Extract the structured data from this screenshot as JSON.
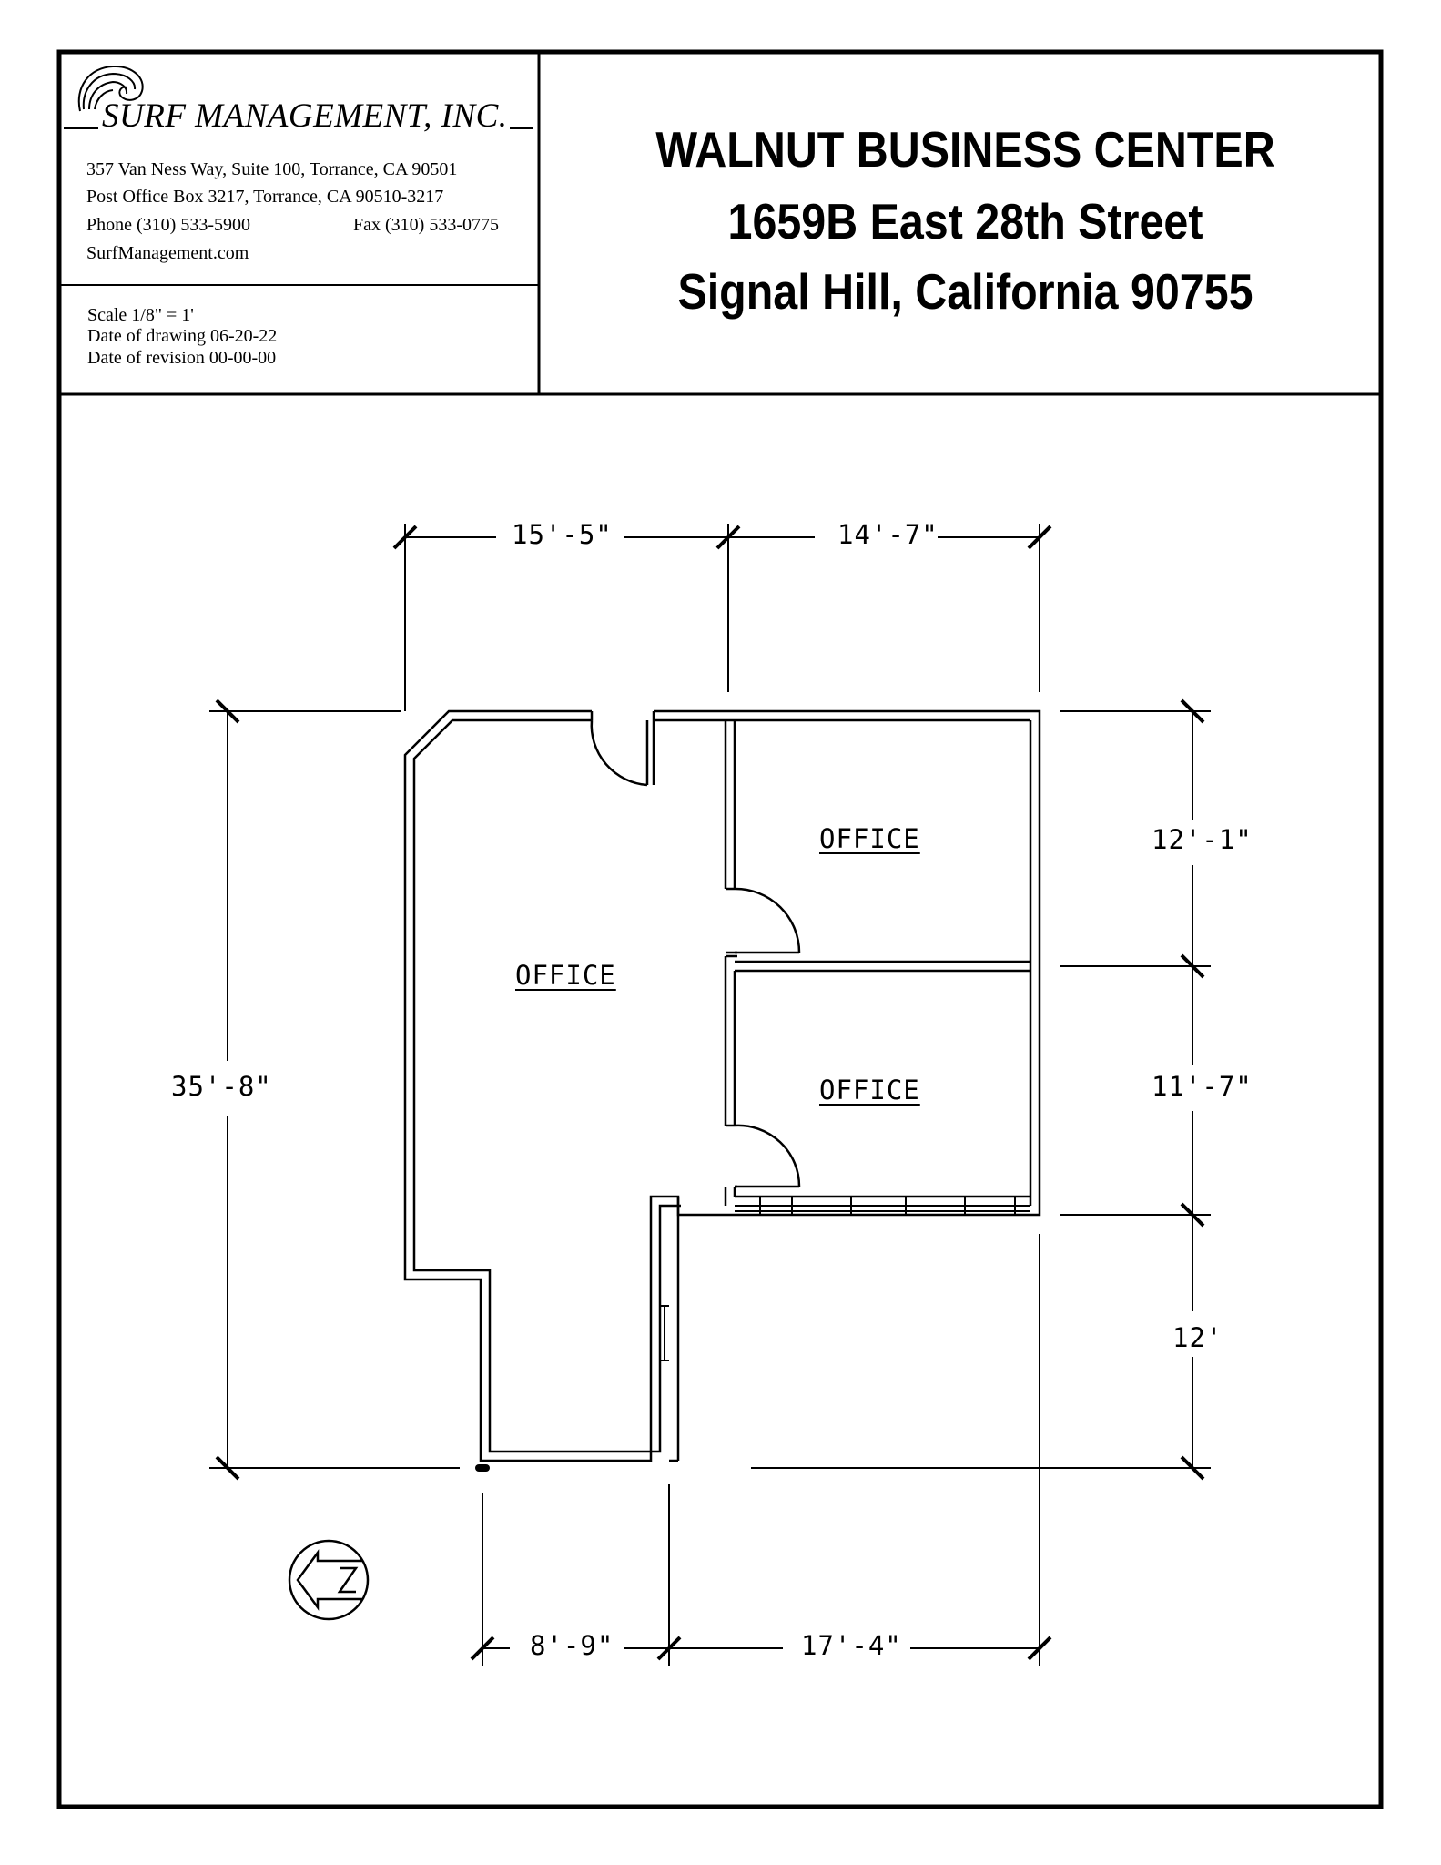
{
  "title_block": {
    "company": "SURF MANAGEMENT, INC.",
    "address_line1": "357 Van Ness Way, Suite 100,  Torrance, CA 90501",
    "address_line2": "Post  Office  Box  3217, Torrance, CA   90510-3217",
    "phone": "Phone  (310) 533-5900",
    "fax": "Fax  (310) 533-0775",
    "website": "SurfManagement.com",
    "scale": "Scale  1/8\" = 1'",
    "date_of_drawing": "Date of drawing  06-20-22",
    "date_of_revision": "Date of revision  00-00-00"
  },
  "property": {
    "name": "WALNUT BUSINESS CENTER",
    "street": "1659B  East 28th Street",
    "city": "Signal Hill, California 90755"
  },
  "floor_plan": {
    "rooms": {
      "main": "OFFICE",
      "upper_right": "OFFICE",
      "lower_right": "OFFICE"
    },
    "dimensions": {
      "top_left": "15'-5\"",
      "top_right": "14'-7\"",
      "left_total": "35'-8\"",
      "right_upper": "12'-1\"",
      "right_middle": "11'-7\"",
      "right_lower": "12'",
      "bottom_left": "8'-9\"",
      "bottom_right": "17'-4\""
    }
  }
}
